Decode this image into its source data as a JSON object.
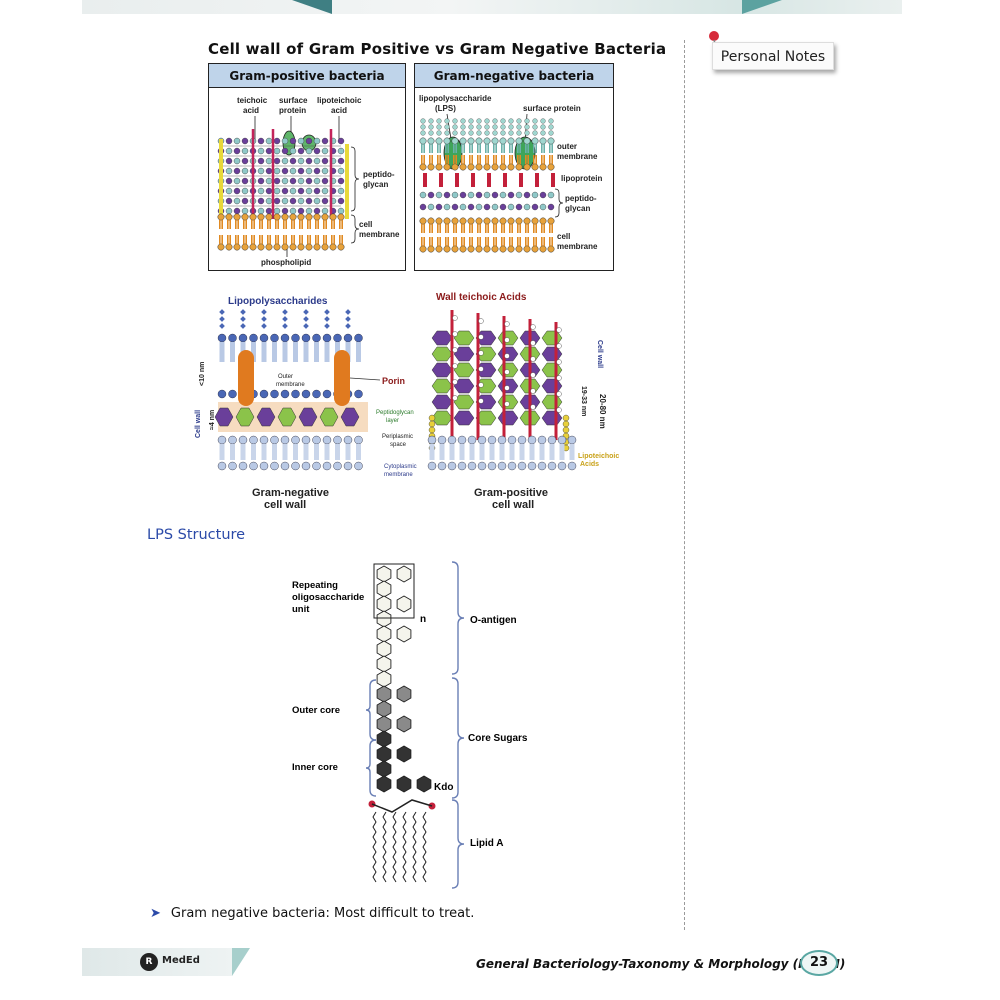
{
  "page_title": "Cell wall of Gram Positive vs Gram Negative Bacteria",
  "panel_positive": {
    "heading": "Gram-positive bacteria",
    "labels": {
      "teichoic": "teichoic",
      "acid": "acid",
      "surface": "surface",
      "protein": "protein",
      "lipoteichoic": "lipoteichoic",
      "acid2": "acid",
      "peptido": "peptido-",
      "glycan": "glycan",
      "cell": "cell",
      "membrane": "membrane",
      "phospholipid": "phospholipid"
    }
  },
  "panel_negative": {
    "heading": "Gram-negative bacteria",
    "labels": {
      "lps1": "lipopolysaccharide",
      "lps2": "(LPS)",
      "surface_protein": "surface protein",
      "outer": "outer",
      "membrane": "membrane",
      "lipoprotein": "lipoprotein",
      "peptido": "peptido-",
      "glycan": "glycan",
      "cell": "cell",
      "membrane2": "membrane"
    }
  },
  "diagram2": {
    "lps_label": "Lipopolysaccharides",
    "wta_label": "Wall teichoic Acids",
    "outer_membrane": [
      "Outer",
      "membrane"
    ],
    "porin": "Porin",
    "pg_layer": [
      "Peptidoglycan",
      "layer"
    ],
    "periplasmic": [
      "Periplasmic",
      "space"
    ],
    "cytoplasmic": [
      "Cytoplasmic",
      "membrane"
    ],
    "lta": [
      "Lipoteichoic",
      "Acids"
    ],
    "lt10": "<10 nm",
    "cell_wall_left": "Cell wall",
    "approx4": "≈4 nm",
    "cell_wall_right": "Cell wall",
    "range1": "19-33 nm",
    "range2": "20-80 nm",
    "gn_caption": [
      "Gram-negative",
      "cell wall"
    ],
    "gp_caption": [
      "Gram-positive",
      "cell wall"
    ]
  },
  "lps_section_title": "LPS Structure",
  "lps": {
    "repeating": [
      "Repeating",
      "oligosaccharide",
      "unit"
    ],
    "n": "n",
    "o_antigen": "O-antigen",
    "outer_core": "Outer core",
    "core_sugars": "Core Sugars",
    "inner_core": "Inner core",
    "kdo": "Kdo",
    "lipid_a": "Lipid A"
  },
  "bullet_text": "Gram negative bacteria: Most difficult to treat.",
  "notes_label": "Personal Notes",
  "footer": {
    "logo_text": "MedEd",
    "title": "General Bacteriology-Taxonomy & Morphology (Part-II)",
    "page_number": "23"
  },
  "colors": {
    "header_blue": "#bfd4ea",
    "title_blue": "#2b4aa8",
    "teal": "#5aa7a3"
  }
}
